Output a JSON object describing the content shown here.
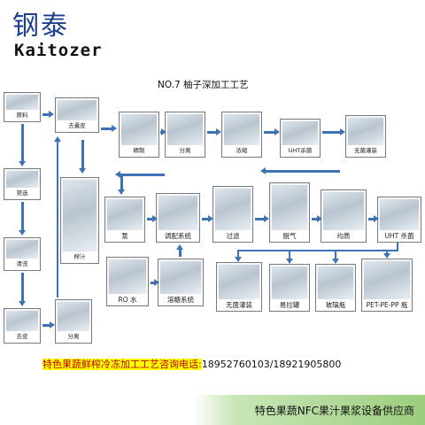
{
  "brand": {
    "cn": "钢泰",
    "en": "Kaitozer"
  },
  "title": "NO.7  柚子深加工工艺",
  "nodes": {
    "raw": "原料",
    "peel": "去囊皮",
    "sort": "筛选",
    "wash": "清洗",
    "skin": "去皮",
    "separator": "分离",
    "juicer": "榨汁",
    "refine": "精制",
    "fenqu": "分离",
    "concentrate": "浓缩",
    "uht1": "UHT杀菌",
    "aseptic1": "无菌灌装",
    "pump": "泵",
    "blending": "调配系统",
    "filter": "过滤",
    "degas": "脱气",
    "homogenize": "均质",
    "uht2": "UHT 杀菌",
    "ro": "RO 水",
    "sugar": "溶糖系统",
    "aseptic2": "无菌灌装",
    "can": "易拉罐",
    "glass": "玻璃瓶",
    "pet": "PET-PE-PP   瓶"
  },
  "contact": {
    "label": "特色果蔬鲜榨冷冻加工工艺咨询电话:",
    "phone": "18952760103/18921905800"
  },
  "footer": "特色果蔬NFC果汁果浆设备供应商"
}
